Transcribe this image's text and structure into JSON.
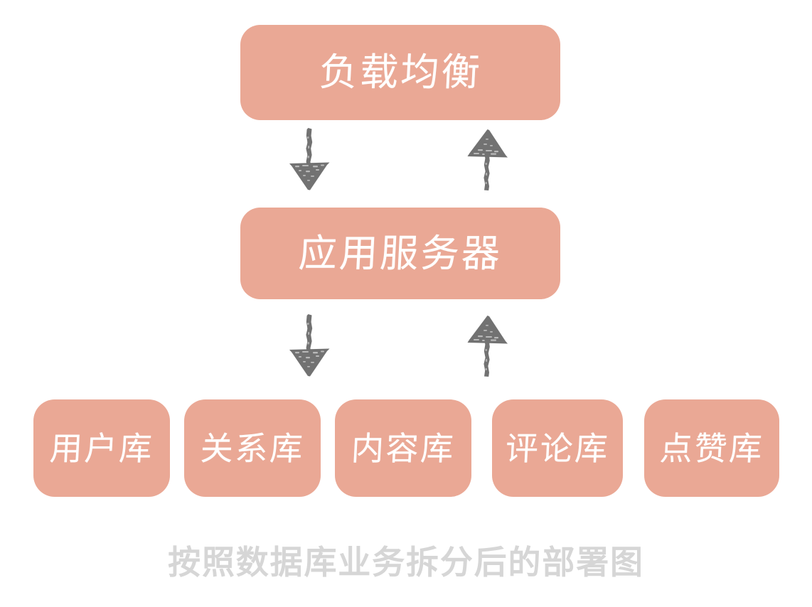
{
  "diagram": {
    "caption": "按照数据库业务拆分后的部署图",
    "colors": {
      "node_fill": "#eaa895",
      "node_text": "#ffffff",
      "arrow": "#727272",
      "caption_text": "#d6d6d6",
      "background": "#ffffff"
    },
    "tiers": {
      "load_balancer": {
        "label": "负载均衡"
      },
      "app_server": {
        "label": "应用服务器"
      },
      "databases": [
        {
          "label": "用户库"
        },
        {
          "label": "关系库"
        },
        {
          "label": "内容库"
        },
        {
          "label": "评论库"
        },
        {
          "label": "点赞库"
        }
      ]
    },
    "arrows": [
      {
        "name": "load-balancer-to-app-server",
        "direction": "down",
        "from": "负载均衡",
        "to": "应用服务器"
      },
      {
        "name": "app-server-to-load-balancer",
        "direction": "up",
        "from": "应用服务器",
        "to": "负载均衡"
      },
      {
        "name": "app-server-to-databases",
        "direction": "down",
        "from": "应用服务器",
        "to": "数据库"
      },
      {
        "name": "databases-to-app-server",
        "direction": "up",
        "from": "数据库",
        "to": "应用服务器"
      }
    ]
  }
}
